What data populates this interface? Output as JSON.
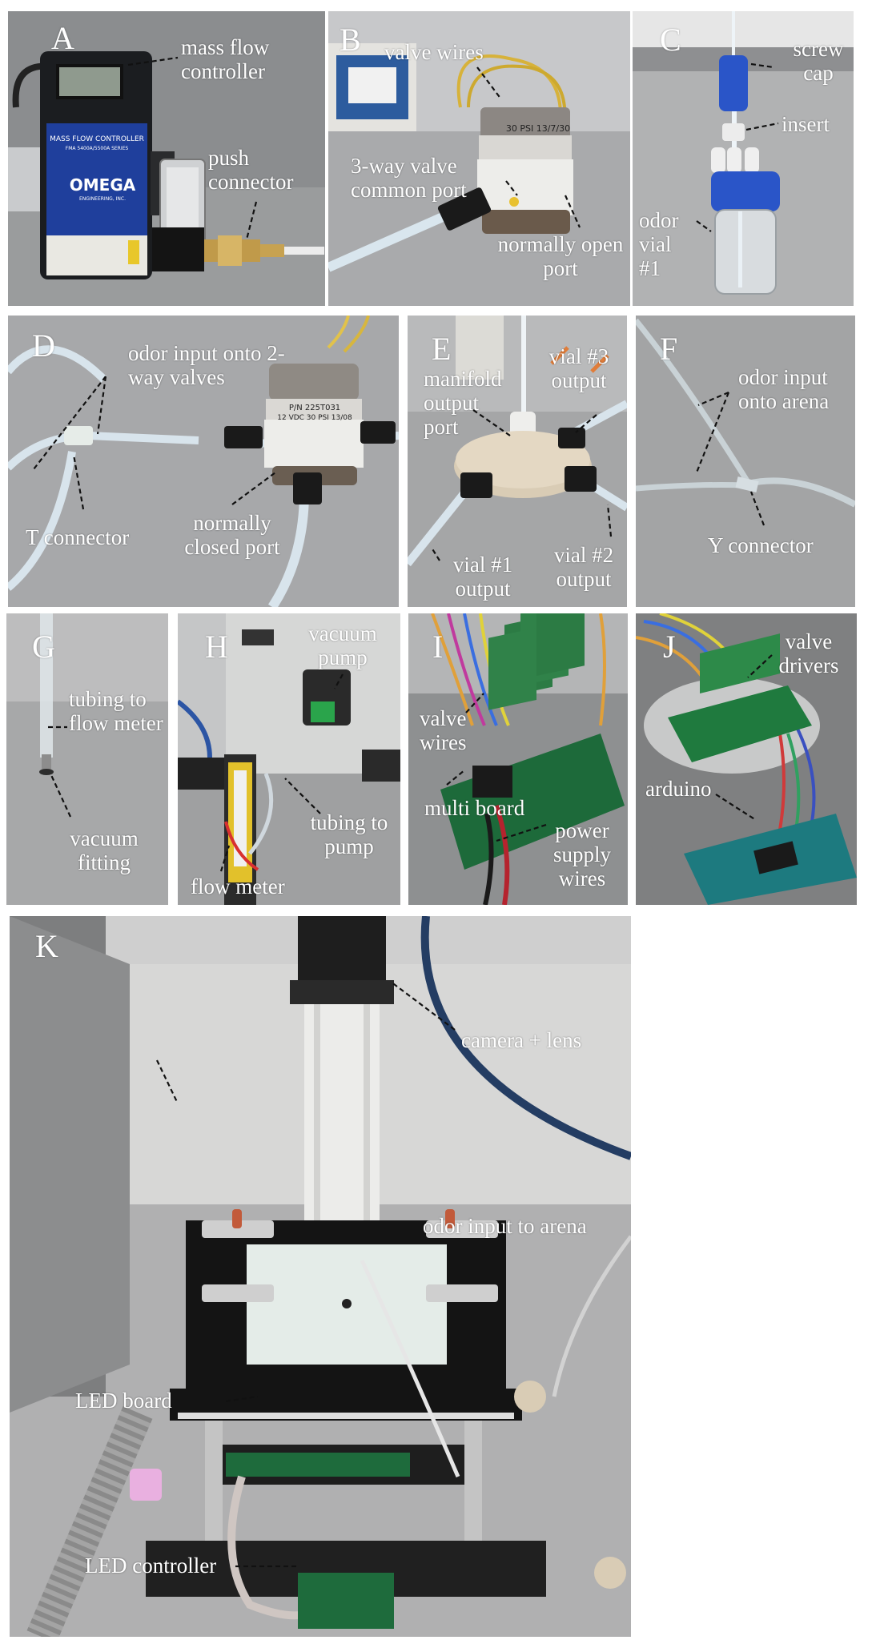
{
  "panels": {
    "A": {
      "letter": "A",
      "labels": [
        "mass flow controller",
        "push connector"
      ],
      "device_text": [
        "MASS FLOW CONTROLLER",
        "FMA 5400A/5500A SERIES",
        "OMEGA",
        "ENGINEERING, INC."
      ]
    },
    "B": {
      "letter": "B",
      "labels": [
        "valve wires",
        "3-way valve common port",
        "normally open port"
      ],
      "device_text": [
        "30 PSI 13/7/30"
      ]
    },
    "C": {
      "letter": "C",
      "labels": [
        "screw cap",
        "insert",
        "odor vial #1"
      ]
    },
    "D": {
      "letter": "D",
      "labels": [
        "odor input onto 2-way valves",
        "T connector",
        "normally closed port"
      ],
      "device_text": [
        "P/N 225T031",
        "12 VDC 30 PSI 13/08"
      ]
    },
    "E": {
      "letter": "E",
      "labels": [
        "manifold output port",
        "vial #3 output",
        "vial #1 output",
        "vial #2 output"
      ]
    },
    "F": {
      "letter": "F",
      "labels": [
        "odor input onto arena",
        "Y connector"
      ]
    },
    "G": {
      "letter": "G",
      "labels": [
        "tubing to flow meter",
        "vacuum fitting"
      ]
    },
    "H": {
      "letter": "H",
      "labels": [
        "vacuum pump",
        "tubing to pump",
        "flow meter"
      ]
    },
    "I": {
      "letter": "I",
      "labels": [
        "valve wires",
        "multi board",
        "power supply wires"
      ]
    },
    "J": {
      "letter": "J",
      "labels": [
        "valve drivers",
        "arduino"
      ]
    },
    "K": {
      "letter": "K",
      "labels": [
        "camera + lens",
        "odor input to arena",
        "LED board",
        "LED controller"
      ]
    }
  },
  "colors": {
    "label_text": "#ffffff",
    "leader_line": "#111111",
    "omega_blue": "#1f3f9c",
    "cap_blue": "#2a55c8",
    "pcb_green": "#1d6a3a"
  }
}
